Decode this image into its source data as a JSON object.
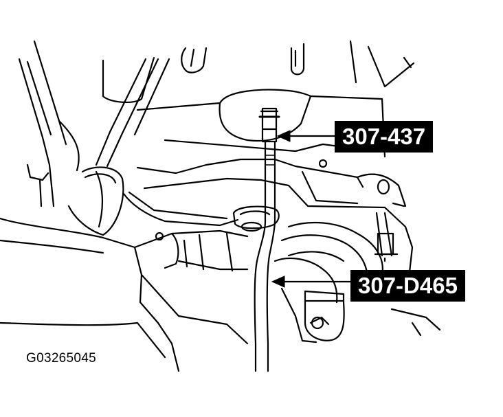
{
  "callouts": {
    "top_tool": "307-437",
    "bottom_tool": "307-D465"
  },
  "figure_id": "G03265045",
  "colors": {
    "ink": "#000000",
    "background": "#ffffff",
    "label_background": "#000000",
    "label_text": "#ffffff"
  }
}
